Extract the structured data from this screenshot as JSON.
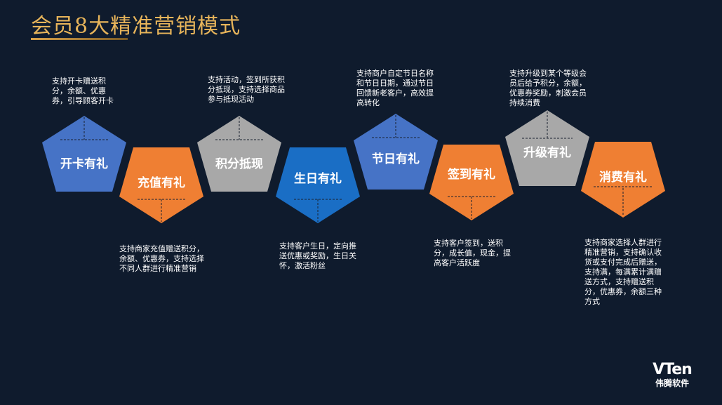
{
  "title": "会员8大精准营销模式",
  "items": [
    {
      "label": "开卡有礼",
      "desc": "支持开卡赠送积分，余额、优惠券，引导顾客开卡",
      "color": "#4673c6"
    },
    {
      "label": "充值有礼",
      "desc": "支持商家充值赠送积分，余额、优惠券，支持选择不同人群进行精准营销",
      "color": "#ef7f33"
    },
    {
      "label": "积分抵现",
      "desc": "支持活动，签到所获积分抵现，支持选择商品参与抵现活动",
      "color": "#a8a8a8"
    },
    {
      "label": "生日有礼",
      "desc": "支持客户生日，定向推送优惠或奖励，生日关怀，激活粉丝",
      "color": "#1a6ec5"
    },
    {
      "label": "节日有礼",
      "desc": "支持商户自定节日名称和节日日期，通过节日回馈新老客户，高效提高转化",
      "color": "#4673c6"
    },
    {
      "label": "签到有礼",
      "desc": "支持客户签到，送积分，成长值，现金，提高客户活跃度",
      "color": "#ef7f33"
    },
    {
      "label": "升级有礼",
      "desc": "支持升级到某个等级会员后给予积分，余额，优惠券奖励，刺激会员持续消费",
      "color": "#a8a8a8"
    },
    {
      "label": "消费有礼",
      "desc": "支持商家选择人群进行精准营销，支持确认收货或支付完成后赠送，支持满，每满累计满赠送方式，支持赠送积分，优惠券，余额三种方式",
      "color": "#ef7f33"
    }
  ],
  "logo": {
    "brand": "VTen",
    "sub": "伟腾软件"
  }
}
